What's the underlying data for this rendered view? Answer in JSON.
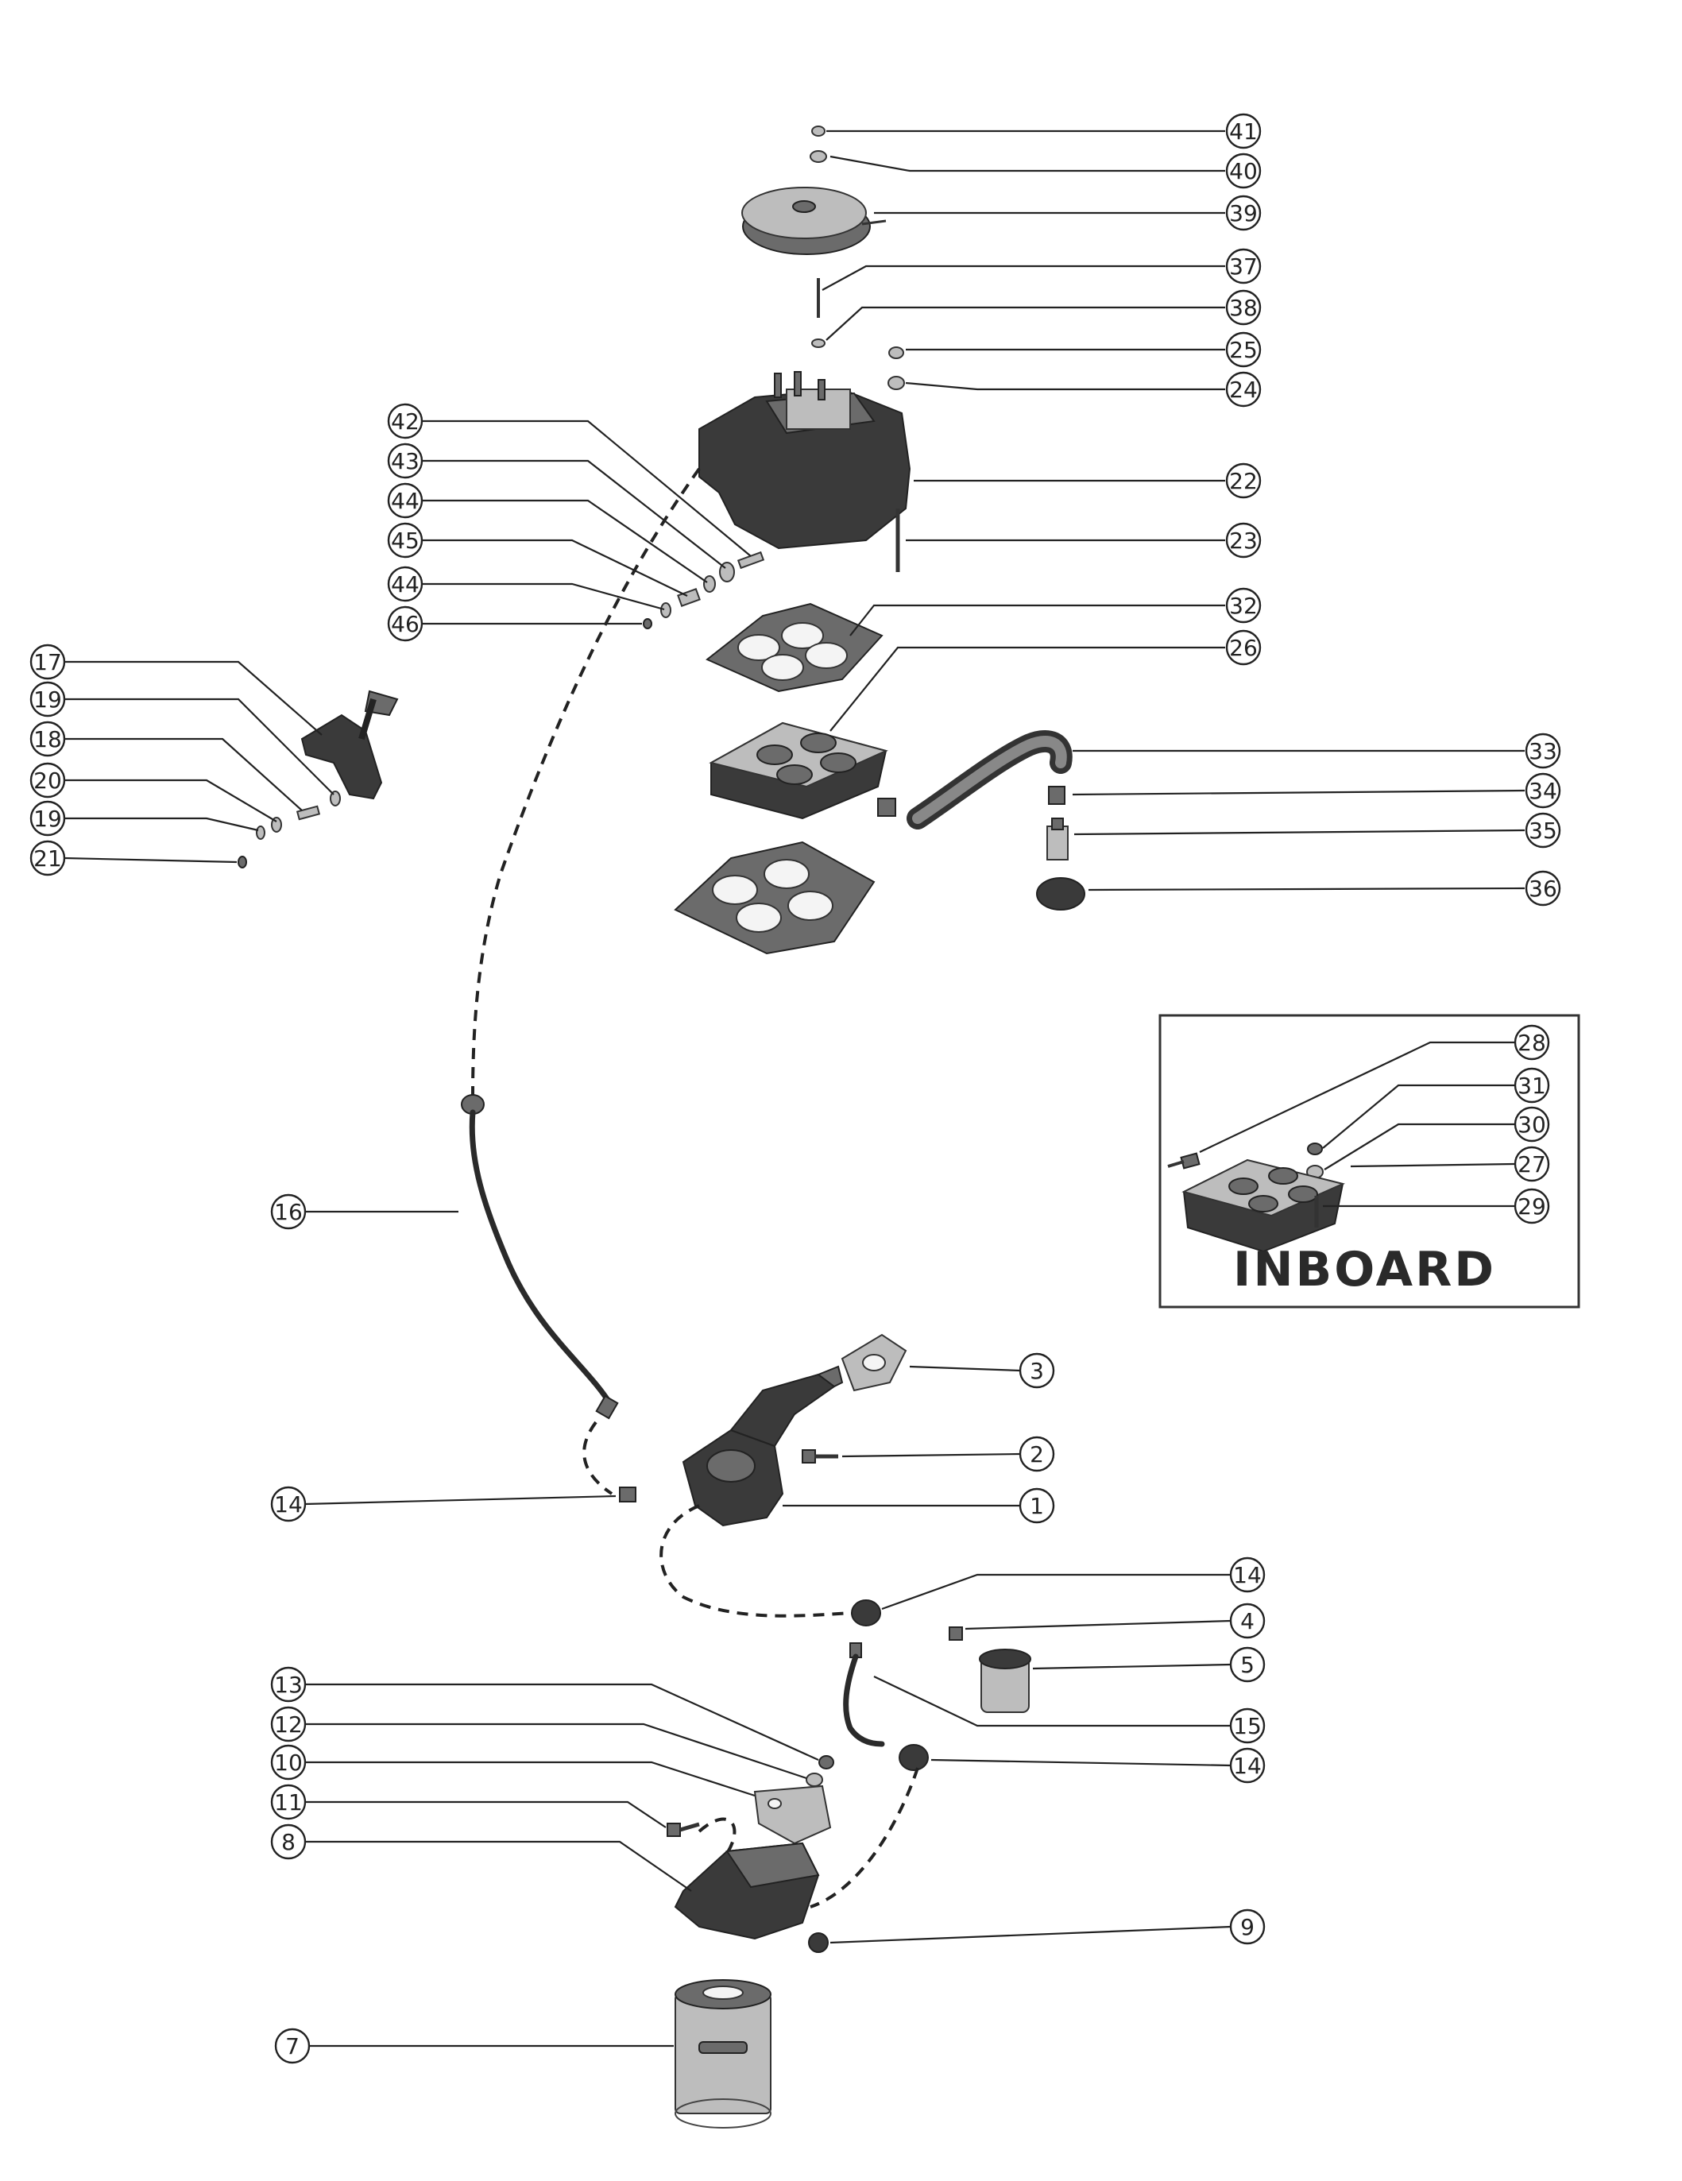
{
  "callouts": [
    {
      "id": "c41",
      "label": "41"
    },
    {
      "id": "c40",
      "label": "40"
    },
    {
      "id": "c39",
      "label": "39"
    },
    {
      "id": "c37",
      "label": "37"
    },
    {
      "id": "c38",
      "label": "38"
    },
    {
      "id": "c25",
      "label": "25"
    },
    {
      "id": "c24",
      "label": "24"
    },
    {
      "id": "c22",
      "label": "22"
    },
    {
      "id": "c23",
      "label": "23"
    },
    {
      "id": "c32",
      "label": "32"
    },
    {
      "id": "c26",
      "label": "26"
    },
    {
      "id": "c33",
      "label": "33"
    },
    {
      "id": "c34",
      "label": "34"
    },
    {
      "id": "c35",
      "label": "35"
    },
    {
      "id": "c36",
      "label": "36"
    },
    {
      "id": "c42",
      "label": "42"
    },
    {
      "id": "c43",
      "label": "43"
    },
    {
      "id": "c44a",
      "label": "44"
    },
    {
      "id": "c45",
      "label": "45"
    },
    {
      "id": "c44b",
      "label": "44"
    },
    {
      "id": "c46",
      "label": "46"
    },
    {
      "id": "c17",
      "label": "17"
    },
    {
      "id": "c19a",
      "label": "19"
    },
    {
      "id": "c18",
      "label": "18"
    },
    {
      "id": "c20",
      "label": "20"
    },
    {
      "id": "c19b",
      "label": "19"
    },
    {
      "id": "c21",
      "label": "21"
    },
    {
      "id": "c28",
      "label": "28"
    },
    {
      "id": "c31",
      "label": "31"
    },
    {
      "id": "c30",
      "label": "30"
    },
    {
      "id": "c27",
      "label": "27"
    },
    {
      "id": "c29",
      "label": "29"
    },
    {
      "id": "c16",
      "label": "16"
    },
    {
      "id": "c3",
      "label": "3"
    },
    {
      "id": "c2",
      "label": "2"
    },
    {
      "id": "c1",
      "label": "1"
    },
    {
      "id": "c14a",
      "label": "14"
    },
    {
      "id": "c14b",
      "label": "14"
    },
    {
      "id": "c4",
      "label": "4"
    },
    {
      "id": "c5",
      "label": "5"
    },
    {
      "id": "c15",
      "label": "15"
    },
    {
      "id": "c14c",
      "label": "14"
    },
    {
      "id": "c13",
      "label": "13"
    },
    {
      "id": "c12",
      "label": "12"
    },
    {
      "id": "c10",
      "label": "10"
    },
    {
      "id": "c11",
      "label": "11"
    },
    {
      "id": "c8",
      "label": "8"
    },
    {
      "id": "c9",
      "label": "9"
    },
    {
      "id": "c7",
      "label": "7"
    }
  ],
  "inset": {
    "label": "INBOARD"
  }
}
